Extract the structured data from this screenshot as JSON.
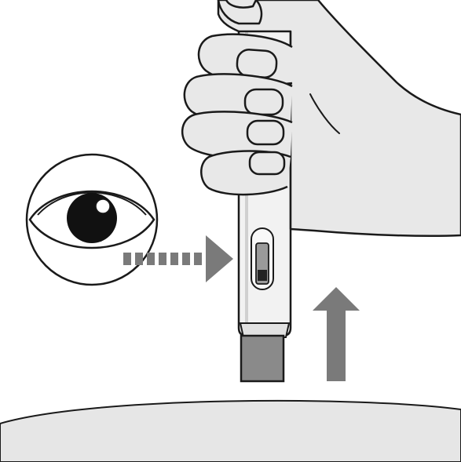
{
  "illustration": {
    "depicts": [
      "hand-holding-injector-pen",
      "eye-icon",
      "dotted-arrow-right",
      "solid-arrow-up",
      "body-skin-surface"
    ],
    "colors": {
      "skin_fill": "#e8e8e8",
      "outline": "#1a1a1a",
      "pen_body": "#f2f2f2",
      "pen_cap": "#8a8a8a",
      "arrow": "#7a7a7a",
      "window": "#9a9a9a",
      "surface": "#e6e6e6"
    }
  }
}
